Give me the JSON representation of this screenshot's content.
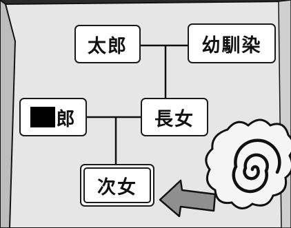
{
  "diagram": {
    "nodes": {
      "taro": "太郎",
      "osananajimi": "幼馴染",
      "redacted_name_suffix": "郎",
      "choujo": "長女",
      "jijo": "次女"
    }
  }
}
